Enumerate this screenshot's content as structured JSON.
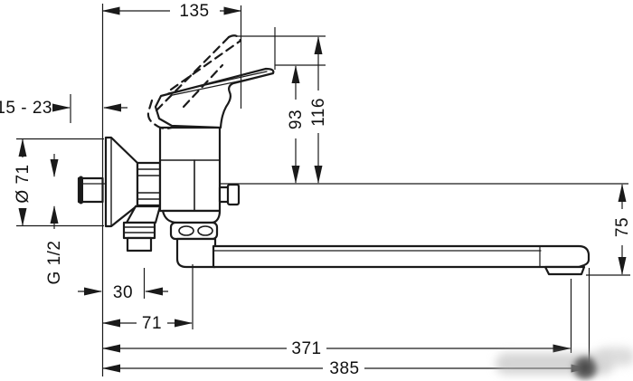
{
  "drawing": {
    "title": "wall-mounted-single-lever-bath-mixer-dimension-drawing",
    "line_color": "#1a1a1a",
    "background": "#ffffff",
    "dimensions": {
      "top_width": "135",
      "wall_range": "15 - 23",
      "escutcheon_diameter": "Ø 71",
      "connection_thread": "G 1/2",
      "handle_height_rest": "93",
      "handle_height_raised": "116",
      "spout_drop": "75",
      "union_offset": "30",
      "spout_axis_offset": "71",
      "spout_reach_aerator": "371",
      "spout_reach_total": "385"
    }
  }
}
